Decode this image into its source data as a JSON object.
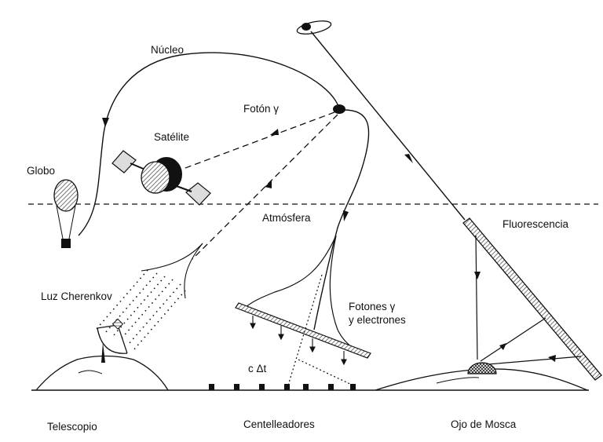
{
  "labels": {
    "nucleo": "Núcleo",
    "foton": "Fotón γ",
    "satelite": "Satélite",
    "globo": "Globo",
    "atmosfera": "Atmósfera",
    "fluorescencia": "Fluorescencia",
    "luz_cherenkov": "Luz Cherenkov",
    "fotones_line1": "Fotones γ",
    "fotones_line2": "y electrones",
    "c_delta_t": "c Δt",
    "telescopio": "Telescopio",
    "centelleadores": "Centelleadores",
    "ojo_de_mosca": "Ojo de Mosca"
  },
  "colors": {
    "ink": "#111111",
    "hatch": "#555555",
    "panel_fill": "#dddddd",
    "background": "#ffffff"
  }
}
